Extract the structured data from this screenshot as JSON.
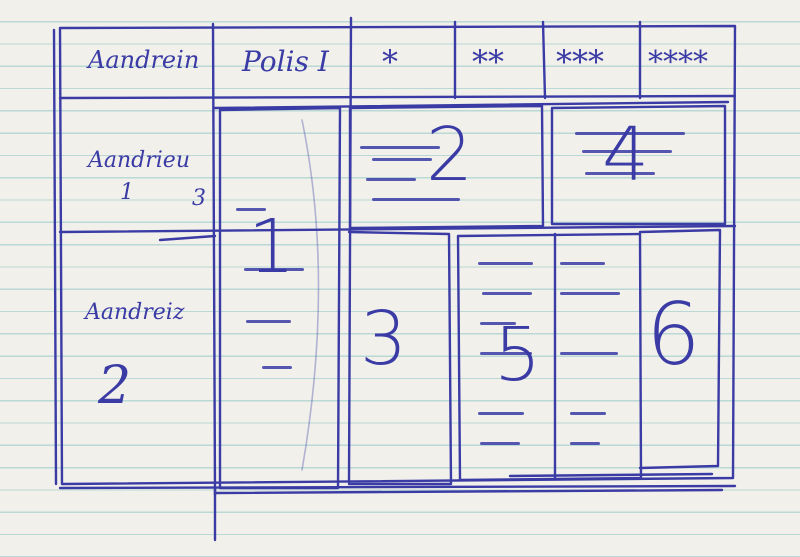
{
  "header": {
    "col1": "Aandrein",
    "col2": "Polis I",
    "col3": "*",
    "col4": "**",
    "col5": "***",
    "col6": "****"
  },
  "rows": [
    {
      "label": "Aandrieu",
      "sub_left": "1",
      "sub_right": "3"
    },
    {
      "label": "Aandreiz",
      "sub": "2"
    }
  ],
  "boxes": [
    "1",
    "2",
    "4",
    "3",
    "5",
    "6"
  ]
}
